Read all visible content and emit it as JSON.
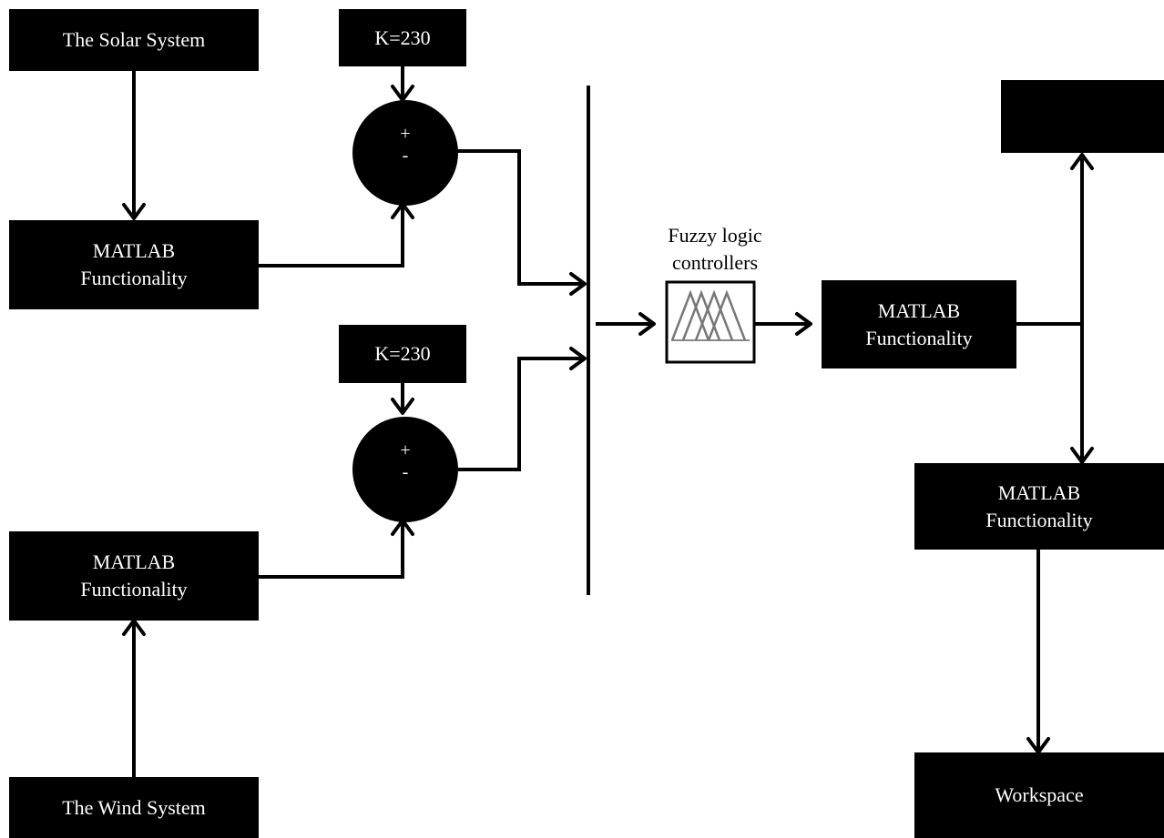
{
  "blocks": {
    "solar": "The Solar System",
    "k_top": "K=230",
    "matlab_top": [
      "MATLAB",
      "Functionality"
    ],
    "k_bottom": "K=230",
    "matlab_bottom_left": [
      "MATLAB",
      "Functionality"
    ],
    "wind": "The Wind System",
    "matlab_center": [
      "MATLAB",
      "Functionality"
    ],
    "matlab_right": [
      "MATLAB",
      "Functionality"
    ],
    "workspace": "Workspace",
    "output_top_right": ""
  },
  "summers": {
    "top": {
      "plus": "+",
      "minus": "-"
    },
    "bottom": {
      "plus": "+",
      "minus": "-"
    }
  },
  "fuzzy": {
    "label": [
      "Fuzzy logic",
      "controllers"
    ]
  }
}
